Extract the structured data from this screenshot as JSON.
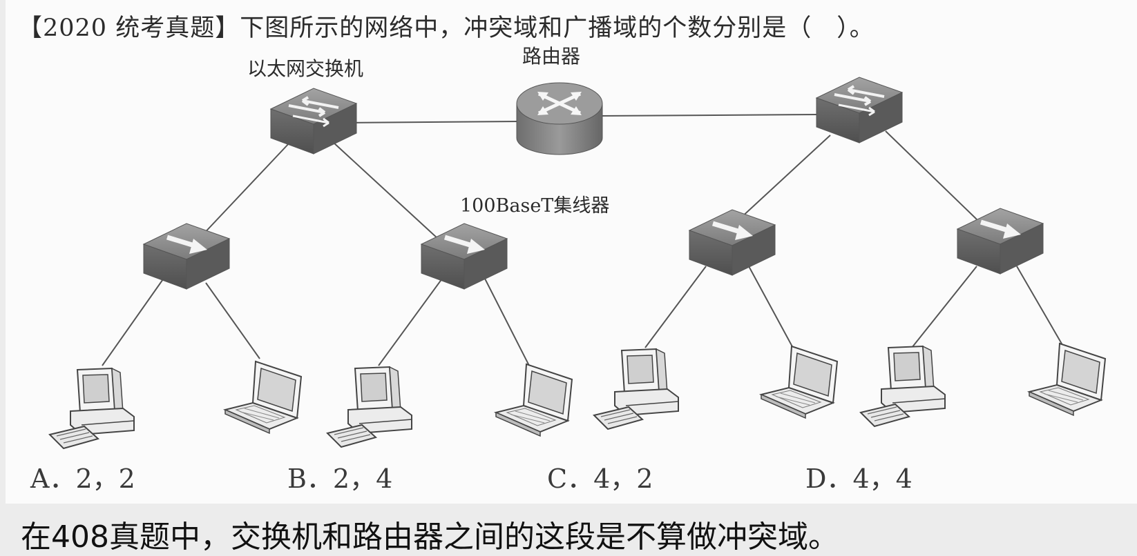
{
  "question": {
    "text": "【2020 统考真题】下图所示的网络中，冲突域和广播域的个数分别是（　）。"
  },
  "labels": {
    "switch": "以太网交换机",
    "router": "路由器",
    "hub": "100BaseT集线器"
  },
  "options": {
    "a": "A．2，2",
    "b": "B．2，4",
    "c": "C．4，2",
    "d": "D．4，4"
  },
  "note": "在408真题中，交换机和路由器之间的这段是不算做冲突域。",
  "colors": {
    "device_top": "#8a8a8a",
    "device_side": "#5f5f5f",
    "line": "#555555"
  }
}
